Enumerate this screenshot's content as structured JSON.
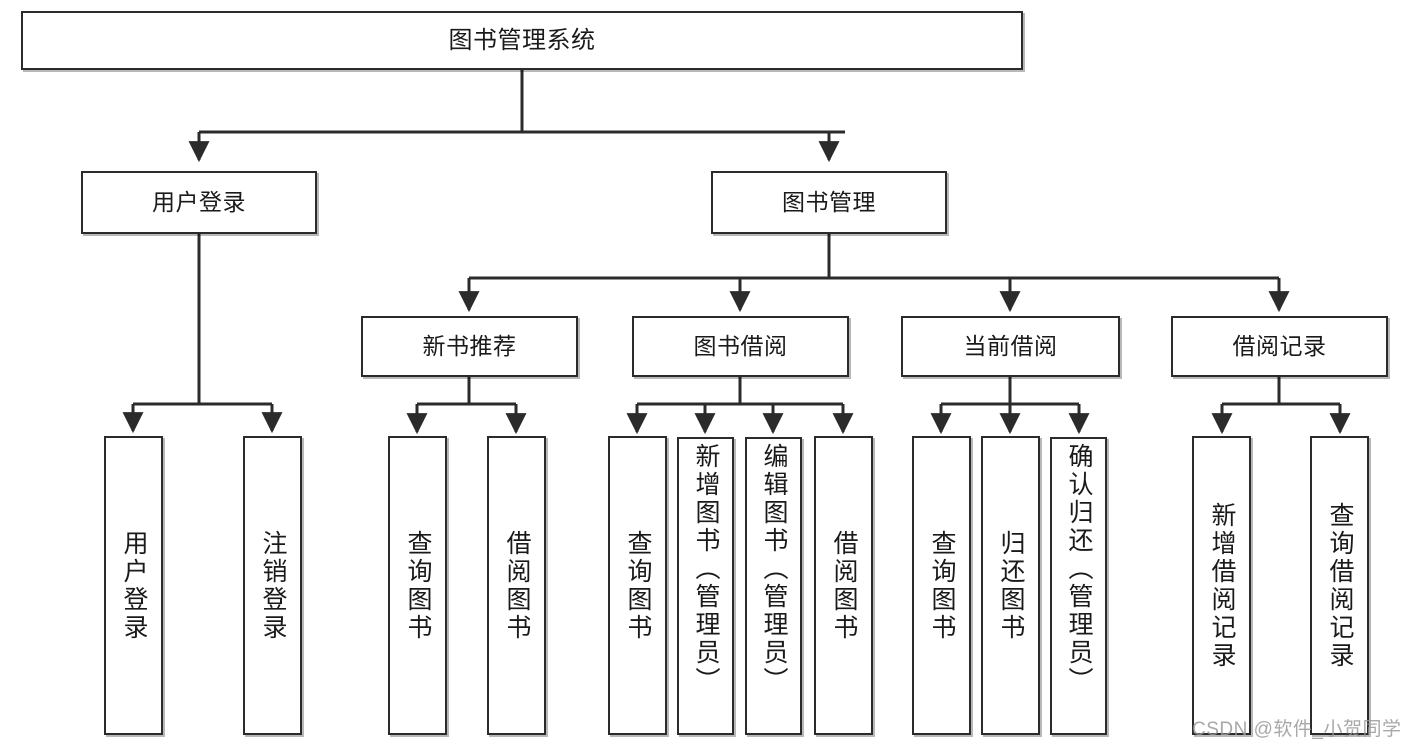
{
  "diagram": {
    "type": "tree-hierarchy-chart",
    "title": "图书管理系统",
    "background": "#ffffff",
    "stroke_color": "#2b2b2b",
    "watermark": "CSDN @软件_小贺同学"
  },
  "nodes": {
    "root": {
      "label": "图书管理系统"
    },
    "level1": [
      {
        "label": "用户登录"
      },
      {
        "label": "图书管理"
      }
    ],
    "level2": [
      {
        "label": "新书推荐"
      },
      {
        "label": "图书借阅"
      },
      {
        "label": "当前借阅"
      },
      {
        "label": "借阅记录"
      }
    ],
    "leaves": {
      "user_login": [
        {
          "label": "用户登录"
        },
        {
          "label": "注销登录"
        }
      ],
      "new_book": [
        {
          "label": "查询图书"
        },
        {
          "label": "借阅图书"
        }
      ],
      "book_borrow": [
        {
          "label": "查询图书"
        },
        {
          "label": "新增图书（管理员）"
        },
        {
          "label": "编辑图书（管理员）"
        },
        {
          "label": "借阅图书"
        }
      ],
      "current_borrow": [
        {
          "label": "查询图书"
        },
        {
          "label": "归还图书"
        },
        {
          "label": "确认归还（管理员）"
        }
      ],
      "borrow_record": [
        {
          "label": "新增借阅记录"
        },
        {
          "label": "查询借阅记录"
        }
      ]
    }
  }
}
